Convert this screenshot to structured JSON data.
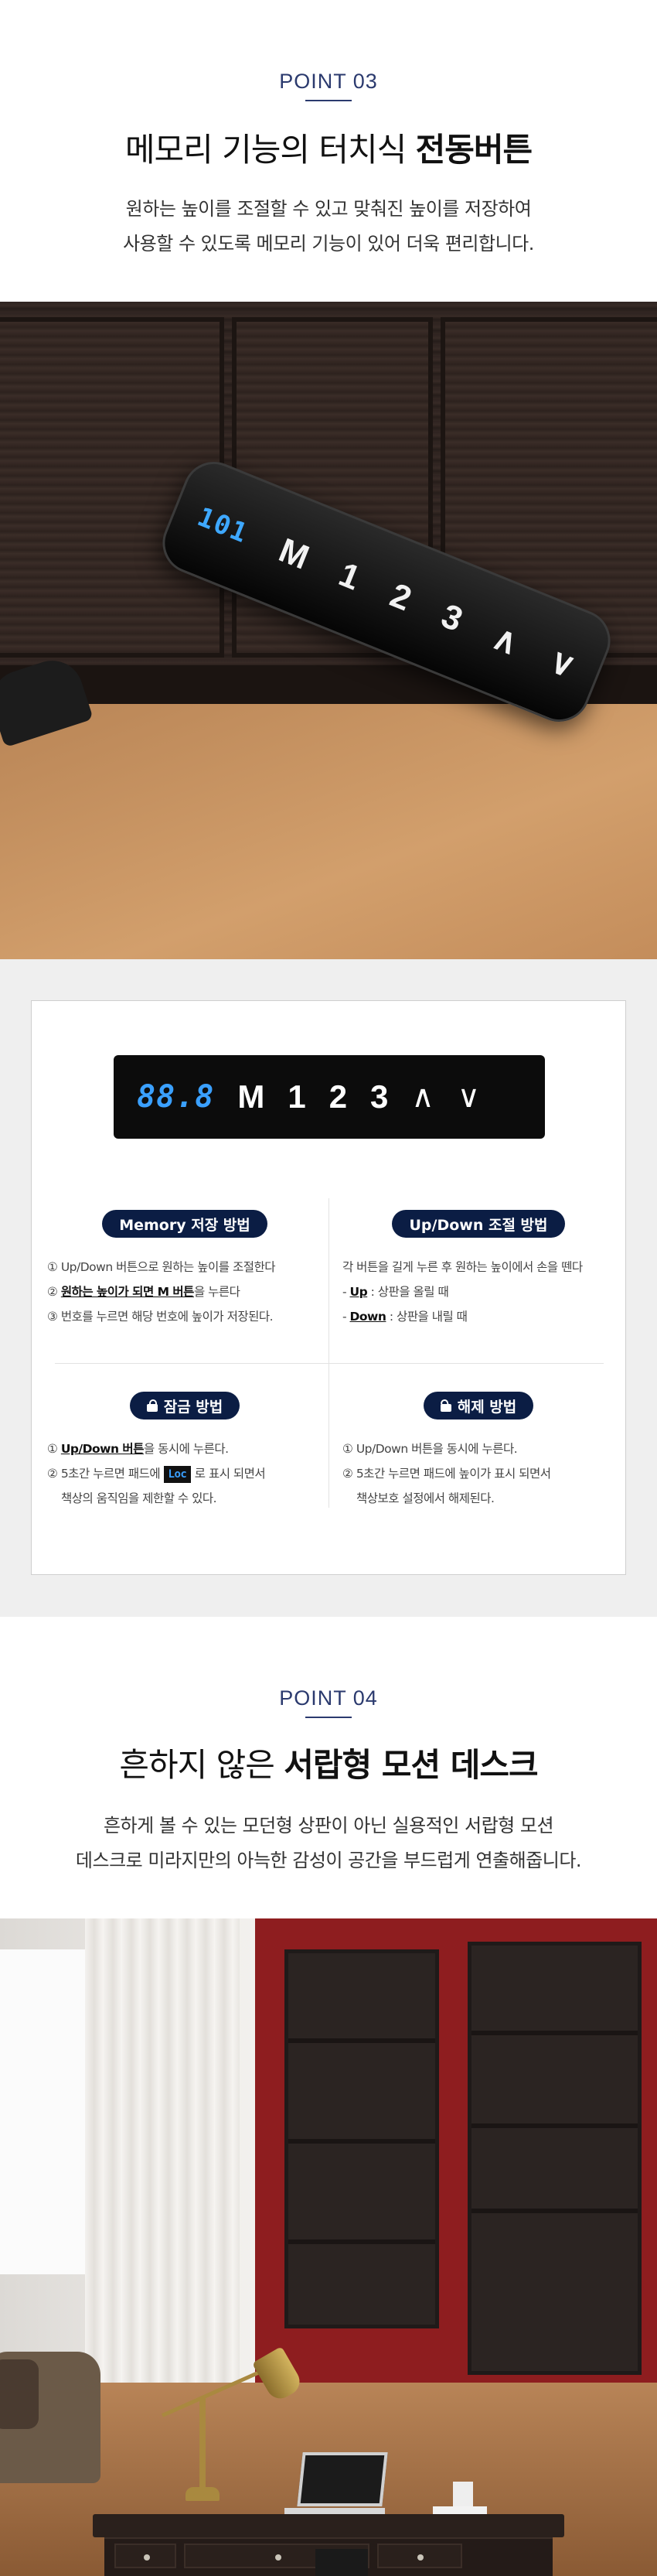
{
  "section1": {
    "tag": "POINT 03",
    "title_normal": "메모리 기능의 터치식 ",
    "title_bold": "전동버튼",
    "desc_line1": "원하는 높이를 조절할 수 있고 맞춰진 높이를 저장하여",
    "desc_line2": "사용할 수 있도록 메모리 기능이 있어 더욱 편리합니다.",
    "pad": {
      "display": "101",
      "buttons": [
        "M",
        "1",
        "2",
        "3",
        "∧",
        "∨"
      ]
    }
  },
  "manual": {
    "panel": {
      "display": "88.8",
      "buttons": [
        "M",
        "1",
        "2",
        "3"
      ],
      "up": "∧",
      "down": "∨"
    },
    "memory": {
      "title": "Memory 저장 방법",
      "line1": "① Up/Down 버튼으로 원하는 높이를 조절한다",
      "line2_prefix": "② ",
      "line2_bold": "원하는 높이가 되면 M 버튼",
      "line2_suffix": "을 누른다",
      "line3": "③ 번호를 누르면 해당 번호에 높이가 저장된다."
    },
    "updown": {
      "title": "Up/Down 조절 방법",
      "line1": "각 버튼을 길게 누른 후 원하는 높이에서 손을 뗀다",
      "line2_prefix": "- ",
      "line2_bold": "Up",
      "line2_suffix": " : 상판을 올릴 때",
      "line3_prefix": "- ",
      "line3_bold": "Down",
      "line3_suffix": " : 상판을 내릴 때"
    },
    "lock": {
      "title": "잠금 방법",
      "line1_prefix": "① ",
      "line1_bold": "Up/Down 버튼",
      "line1_suffix": "을 동시에 누른다.",
      "line2_prefix": "② 5초간 누르면 패드에 ",
      "line2_lcd": "Loc",
      "line2_suffix": " 로 표시 되면서",
      "line3": "책상의 움직임을 제한할 수 있다."
    },
    "unlock": {
      "title": "해제 방법",
      "line1": "① Up/Down 버튼을 동시에 누른다.",
      "line2": "② 5초간 누르면 패드에 높이가 표시 되면서",
      "line3": "책상보호 설정에서 해제된다."
    }
  },
  "section2": {
    "tag": "POINT 04",
    "title_normal": "흔하지 않은 ",
    "title_bold": "서랍형 모션 데스크",
    "desc_line1": "흔하게 볼 수 있는 모던형 상판이 아닌 실용적인 서랍형 모션",
    "desc_line2": "데스크로 미라지만의 아늑한 감성이 공간을 부드럽게 연출해줍니다."
  },
  "colors": {
    "navy": "#0b1d44",
    "tag": "#2b3a6e",
    "lcd": "#3aa0ff",
    "wall_red": "#8e1d1f"
  }
}
